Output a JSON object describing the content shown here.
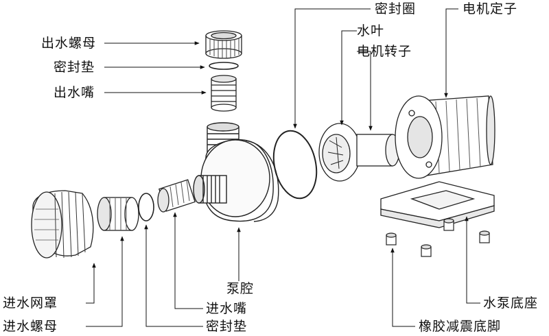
{
  "labels": {
    "outlet_nut": "出水螺母",
    "seal_gasket_top": "密封垫",
    "outlet_nozzle": "出水嘴",
    "seal_ring": "密封圈",
    "impeller": "水叶",
    "motor_rotor": "电机转子",
    "motor_stator": "电机定子",
    "inlet_cover": "进水网罩",
    "inlet_nut": "进水螺母",
    "pump_body": "泵腔",
    "inlet_nozzle": "进水嘴",
    "seal_gasket_bottom": "密封垫",
    "pump_base": "水泵底座",
    "rubber_feet": "橡胶减震底脚"
  }
}
